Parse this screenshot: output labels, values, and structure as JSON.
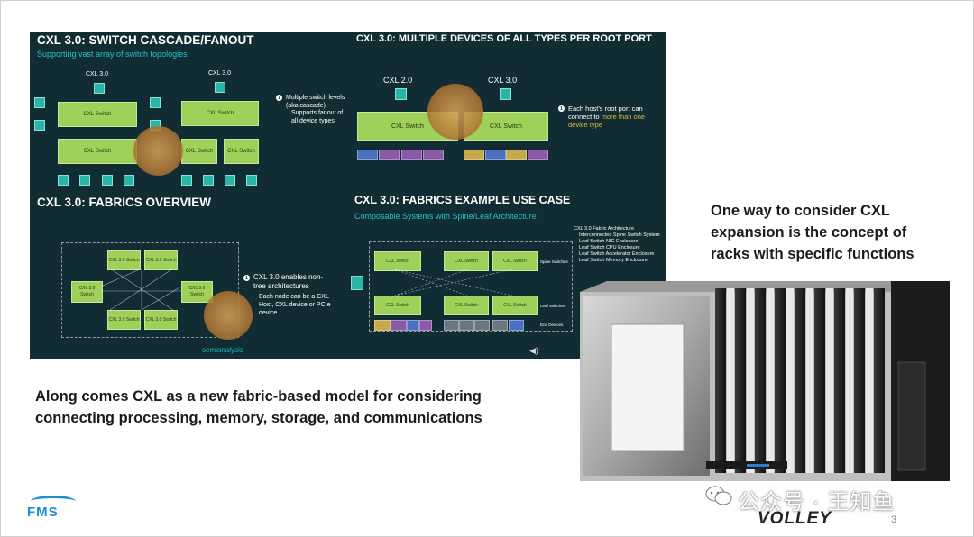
{
  "figure": {
    "q1": {
      "title": "CXL 3.0: SWITCH CASCADE/FANOUT",
      "subtitle": "Supporting vast array of switch topologies",
      "host_labels": [
        "CXL 3.0",
        "CXL 3.0"
      ],
      "switch_label": "CXL Switch",
      "bullet_num": "1",
      "bullet_text": "Multiple switch levels (aka cascade)",
      "bullet_sub": "Supports fanout of all device types"
    },
    "q2": {
      "title": "CXL 3.0: MULTIPLE DEVICES OF ALL TYPES PER ROOT PORT",
      "host_labels": [
        "CXL 2.0",
        "CXL 3.0"
      ],
      "switch_label": "CXL Switch",
      "bullet_num": "1",
      "bullet_text_a": "Each host's root port can connect to",
      "bullet_text_b": "more than one device type"
    },
    "q3": {
      "title": "CXL 3.0: FABRICS OVERVIEW",
      "node_label": "CXL 3.0 Switch",
      "bullet_num": "1",
      "bullet_text": "CXL 3.0 enables non-tree architectures",
      "bullet_sub": "Each node can be a CXL Host, CXL device or PCIe device"
    },
    "q4": {
      "title": "CXL 3.0: FABRICS EXAMPLE USE CASE",
      "subtitle": "Composable Systems with Spine/Leaf Architecture",
      "switch_label": "CXL Switch",
      "notes_title": "CXL 3.0 Fabric Architecture",
      "notes": [
        "Interconnected Spine Switch System",
        "Leaf Switch NIC Enclosure",
        "Leaf Switch CPU Enclosure",
        "Leaf Switch Accelerator Enclosure",
        "Leaf Switch Memory Enclosure"
      ],
      "tier_labels": [
        "Spine Switches",
        "Leaf Switches",
        "End Devices"
      ]
    },
    "watermark_text": "semianalysis"
  },
  "caption_left": "Along comes CXL as a new fabric-based model for considering connecting processing, memory, storage, and communications",
  "caption_right": "One way to consider CXL expansion is the concept of racks with specific functions",
  "footer": {
    "logo_left": "FMS",
    "logo_right": "VOLLEY",
    "page_number": "3",
    "wechat_watermark": "公众号 · 王知鱼"
  }
}
